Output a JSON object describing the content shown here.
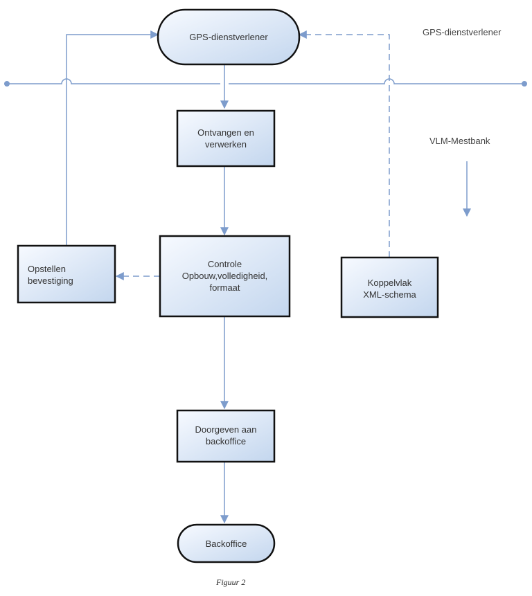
{
  "nodes": {
    "gps": "GPS-dienstverlener",
    "ontvangen": [
      "Ontvangen en",
      "verwerken"
    ],
    "controle": [
      "Controle",
      "Opbouw,volledigheid,",
      "formaat"
    ],
    "opstellen": [
      "Opstellen",
      "bevestiging"
    ],
    "koppelvlak": [
      "Koppelvlak",
      "XML-schema"
    ],
    "doorgeven": [
      "Doorgeven aan",
      "backoffice"
    ],
    "backoffice": "Backoffice"
  },
  "lanes": {
    "top": "GPS-dienstverlener",
    "bottom": "VLM-Mestbank"
  },
  "caption": "Figuur 2",
  "colors": {
    "line": "#7d9ccc",
    "fill_light": "#f4f8fd",
    "fill_dark": "#c6d9ef",
    "border": "#111111"
  }
}
